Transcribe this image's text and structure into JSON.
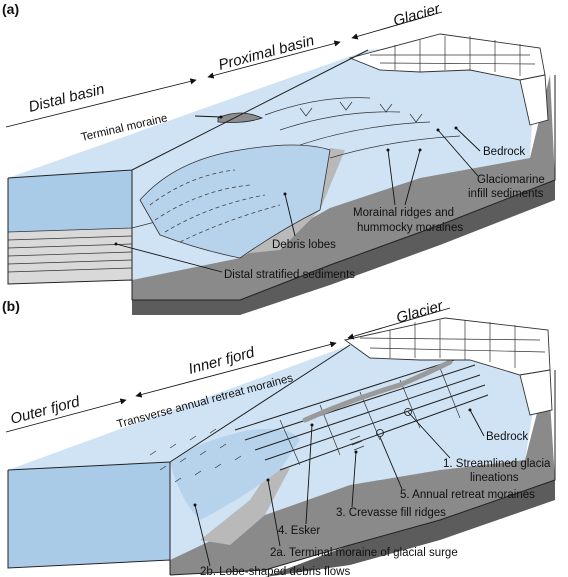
{
  "panel_a": {
    "label": "(a)",
    "zones": {
      "distal": "Distal basin",
      "proximal": "Proximal basin",
      "glacier": "Glacier"
    },
    "labels": {
      "terminal_moraine": "Terminal moraine",
      "bedrock": "Bedrock",
      "glaciomarine_1": "Glaciomarine",
      "glaciomarine_2": "infill sediments",
      "morainal_1": "Morainal ridges and",
      "morainal_2": "hummocky moraines",
      "debris_lobes": "Debris lobes",
      "distal_stratified": "Distal stratified sediments"
    }
  },
  "panel_b": {
    "label": "(b)",
    "zones": {
      "outer": "Outer fjord",
      "inner": "Inner fjord",
      "glacier": "Glacier"
    },
    "labels": {
      "transverse": "Transverse annual retreat moraines",
      "bedrock": "Bedrock",
      "streamlined_1": "1. Streamlined glacia",
      "streamlined_2": "lineations",
      "annual_retreat": "5. Annual retreat moraines",
      "crevasse": "3. Crevasse fill ridges",
      "esker": "4. Esker",
      "terminal_surge": "2a. Terminal moraine of glacial surge",
      "lobe_debris": "2b. Lobe-shaped debris flows"
    }
  },
  "colors": {
    "water": "#cfe3f5",
    "water_side": "#a9cbe8",
    "rock": "#8a8a8a",
    "ice": "#ffffff"
  }
}
